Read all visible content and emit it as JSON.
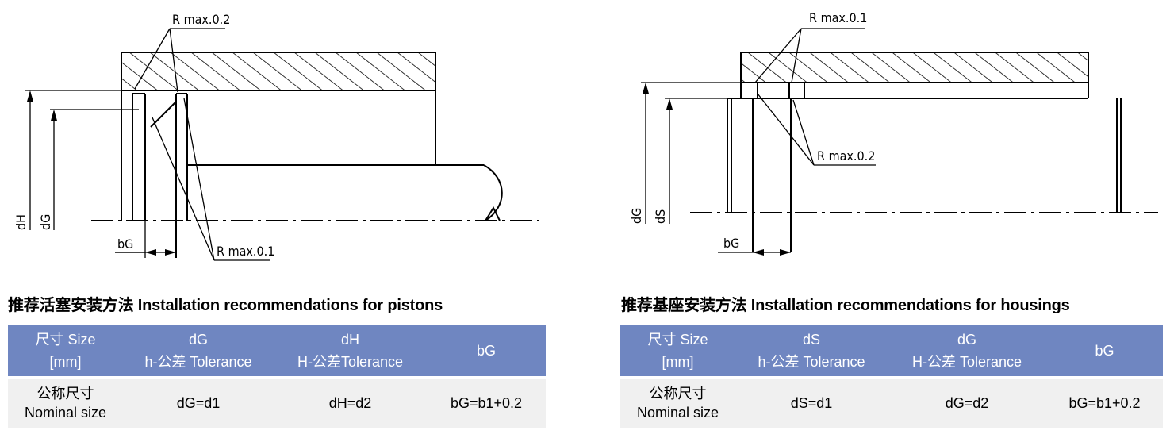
{
  "left_figure": {
    "radius_top": "R max.0.2",
    "radius_bottom": "R max.0.1",
    "dim_a": "dH",
    "dim_b": "dG",
    "dim_width": "bG"
  },
  "right_figure": {
    "radius_top": "R max.0.1",
    "radius_bottom": "R max.0.2",
    "dim_a": "dG",
    "dim_b": "dS",
    "dim_width": "bG"
  },
  "pistons": {
    "title": "推荐活塞安装方法 Installation recommendations for pistons",
    "headers": [
      {
        "line1": "尺寸 Size",
        "line2": "[mm]"
      },
      {
        "line1": "dG",
        "line2": "h-公差 Tolerance"
      },
      {
        "line1": "dH",
        "line2": "H-公差Tolerance"
      },
      {
        "line1": "bG",
        "line2": ""
      }
    ],
    "row": {
      "label1": "公称尺寸",
      "label2": "Nominal size",
      "c1": "dG=d1",
      "c2": "dH=d2",
      "c3": "bG=b1+0.2"
    }
  },
  "housings": {
    "title": "推荐基座安装方法 Installation recommendations for housings",
    "headers": [
      {
        "line1": "尺寸 Size",
        "line2": "[mm]"
      },
      {
        "line1": "dS",
        "line2": "h-公差 Tolerance"
      },
      {
        "line1": "dG",
        "line2": "H-公差 Tolerance"
      },
      {
        "line1": "bG",
        "line2": ""
      }
    ],
    "row": {
      "label1": "公称尺寸",
      "label2": "Nominal size",
      "c1": "dS=d1",
      "c2": "dG=d2",
      "c3": "bG=b1+0.2"
    }
  }
}
